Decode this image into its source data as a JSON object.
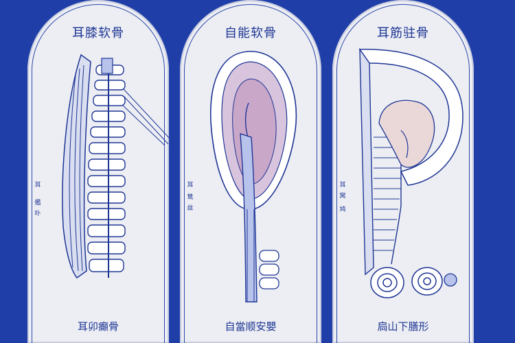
{
  "panels": [
    {
      "title": "耳膝软骨",
      "caption": "耳卯癲骨",
      "side_labels": [
        "耳",
        "艦",
        "卟"
      ]
    },
    {
      "title": "自能软骨",
      "caption": "自當顺安嬰",
      "side_labels": [
        "耳",
        "鸶",
        "丝"
      ]
    },
    {
      "title": "耳筋驻骨",
      "caption": "扃山下膳形",
      "side_labels": [
        "耳",
        "窝",
        "鸠"
      ]
    }
  ],
  "colors": {
    "background": "#1f3ea8",
    "panel": "#eceef3",
    "ink": "#1e3594",
    "tissue": "#c9a7c9"
  }
}
